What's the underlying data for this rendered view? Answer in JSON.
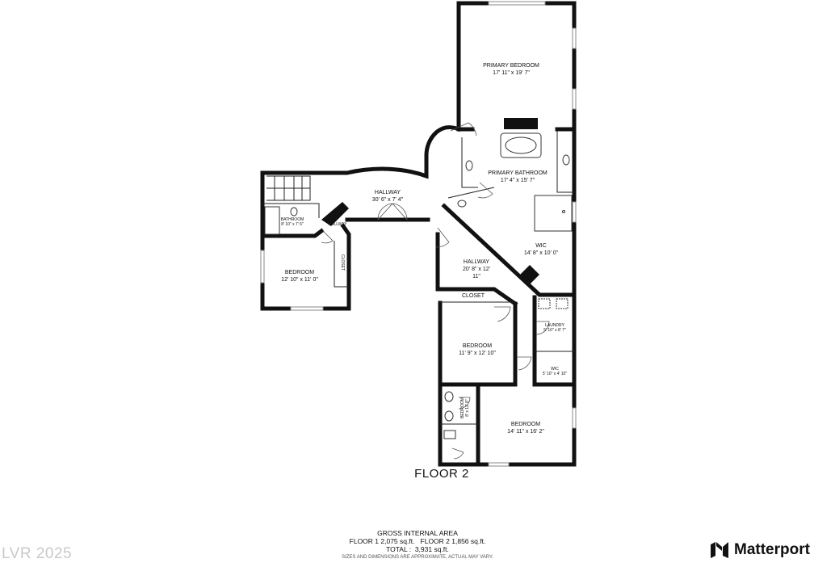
{
  "floor_label": "FLOOR 2",
  "rooms": {
    "primary_bedroom": {
      "name": "PRIMARY BEDROOM",
      "dims": "17' 11\" x 19' 7\""
    },
    "primary_bathroom": {
      "name": "PRIMARY BATHROOM",
      "dims": "17' 4\" x 15' 7\""
    },
    "hallway_upper": {
      "name": "HALLWAY",
      "dims": "30' 6\" x 7' 4\""
    },
    "bathroom_small": {
      "name": "BATHROOM",
      "dims": "8' 10\" x 7' 6\""
    },
    "hallway_small": {
      "name": "HALLWAY"
    },
    "closet_small": {
      "name": "CLOSET"
    },
    "bedroom_left": {
      "name": "BEDROOM",
      "dims": "12' 10\" x 11' 0\""
    },
    "hallway_center": {
      "name": "HALLWAY",
      "dims_line1": "20' 8\" x 12'",
      "dims_line2": "11\""
    },
    "wic_primary": {
      "name": "WIC",
      "dims": "14' 8\" x 10' 0\""
    },
    "closet": {
      "name": "CLOSET"
    },
    "laundry": {
      "name": "LAUNDRY",
      "dims": "5' 10\" x 8' 7\""
    },
    "bedroom_center": {
      "name": "BEDROOM",
      "dims": "11' 9\" x 12' 10\""
    },
    "wic_small": {
      "name": "WIC",
      "dims": "5' 10\" x 4' 10\""
    },
    "bedroom_bath": {
      "name": "BEDROOM",
      "dims": "8' x 12' 8\""
    },
    "bedroom_right": {
      "name": "BEDROOM",
      "dims": "14' 11\" x 16' 2\""
    }
  },
  "area_summary": {
    "title": "GROSS INTERNAL AREA",
    "floor_line": "FLOOR 1 2,075 sq.ft.   FLOOR 2 1,856 sq.ft.",
    "total_line": "TOTAL :  3,931 sq.ft.",
    "note": "SIZES AND DIMENSIONS ARE APPROXIMATE, ACTUAL MAY VARY."
  },
  "watermark": "LVR 2025",
  "brand": {
    "name": "Matterport",
    "icon": "matterport-logo-icon"
  }
}
